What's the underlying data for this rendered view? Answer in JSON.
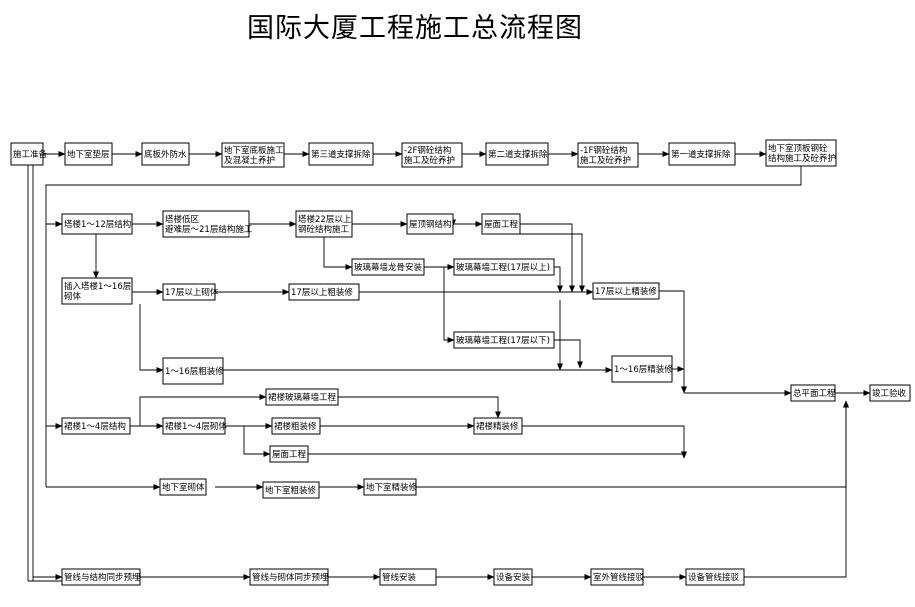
{
  "title": "国际大厦工程施工总流程图",
  "nodes": {
    "n1": [
      "施工准备"
    ],
    "n2": [
      "地下室垫层"
    ],
    "n3": [
      "底板外防水"
    ],
    "n4": [
      "地下室底板施工",
      "及混凝土养护"
    ],
    "n5": [
      "第三道支撑拆除"
    ],
    "n6": [
      "-2F钢砼结构",
      "施工及砼养护"
    ],
    "n7": [
      "第二道支撑拆除"
    ],
    "n8": [
      "-1F钢砼结构",
      "施工及砼养护"
    ],
    "n9": [
      "第一道支撑拆除"
    ],
    "n10": [
      "地下室顶板钢砼",
      "结构施工及砼养护"
    ],
    "t1": [
      "塔楼1～12层结构"
    ],
    "t2": [
      "塔楼低区",
      "避难层～21层结构施工"
    ],
    "t3": [
      "塔楼22层以上",
      "钢砼结构施工"
    ],
    "t4": [
      "屋顶钢结构"
    ],
    "t5": [
      "屋面工程"
    ],
    "c1": [
      "玻璃幕墙龙骨安装"
    ],
    "c2": [
      "玻璃幕墙工程(17层以上)"
    ],
    "c3": [
      "玻璃幕墙工程(17层以下)"
    ],
    "m1": [
      "插入塔楼1～16层",
      "砌体"
    ],
    "m2": [
      "17层以上砌体"
    ],
    "m3": [
      "17层以上粗装修"
    ],
    "m4": [
      "17层以上精装修"
    ],
    "m5": [
      "1～16层粗装修"
    ],
    "m6": [
      "1～16层精装修"
    ],
    "p1": [
      "裙楼1～4层结构"
    ],
    "p2": [
      "裙楼1～4层砌体"
    ],
    "p3": [
      "裙楼玻璃幕墙工程"
    ],
    "p4": [
      "裙楼粗装修"
    ],
    "p5": [
      "裙楼精装修"
    ],
    "p6": [
      "屋面工程"
    ],
    "b1": [
      "地下室砌体"
    ],
    "b2": [
      "地下室粗装修"
    ],
    "b3": [
      "地下室精装修"
    ],
    "f1": [
      "总平面工程"
    ],
    "f2": [
      "竣工验收"
    ],
    "s1": [
      "管线与结构同步预埋"
    ],
    "s2": [
      "管线与砌体同步预埋"
    ],
    "s3": [
      "管线安装"
    ],
    "s4": [
      "设备安装"
    ],
    "s5": [
      "室外管线接驳"
    ],
    "s6": [
      "设备管线接驳"
    ]
  }
}
